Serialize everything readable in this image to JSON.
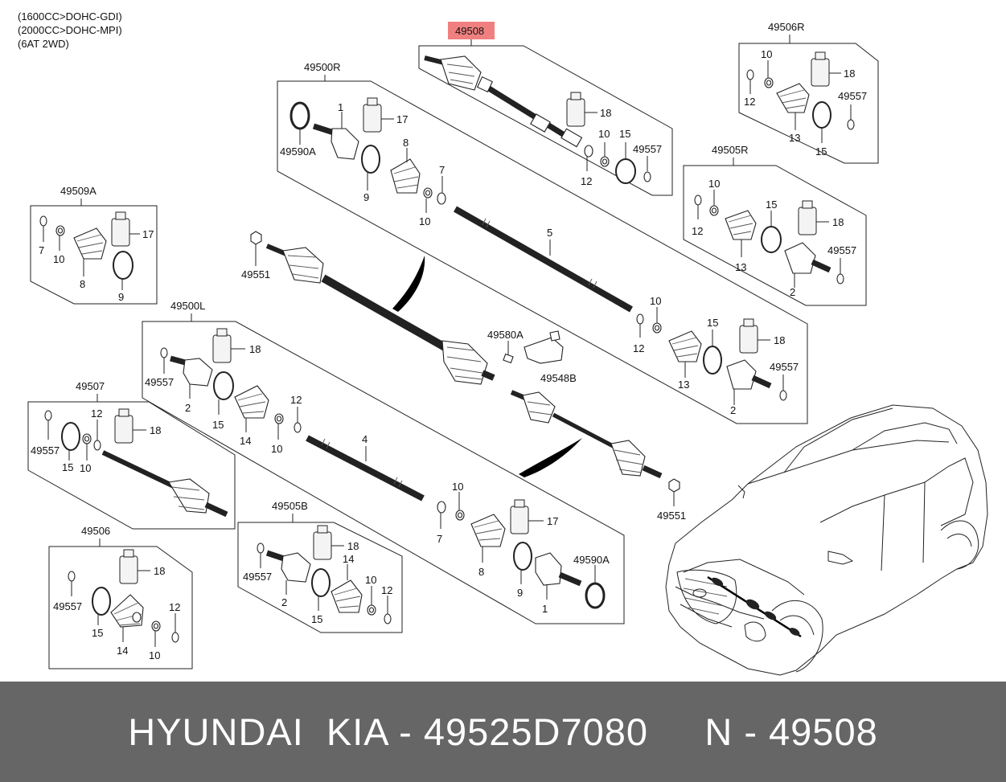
{
  "engine_notes": [
    "(1600CC>DOHC-GDI)",
    "(2000CC>DOHC-MPI)",
    "(6AT 2WD)"
  ],
  "highlight_color": "#f08080",
  "footer_bg": "#666666",
  "group_labels": {
    "g49508": "49508",
    "g49506R": "49506R",
    "g49500R": "49500R",
    "g49505R": "49505R",
    "g49509A": "49509A",
    "g49500L": "49500L",
    "g49507": "49507",
    "g49505B": "49505B",
    "g49506": "49506"
  },
  "part_labels": {
    "a1": "1",
    "a2": "17",
    "a3": "49590A",
    "a4": "8",
    "a5": "9",
    "a6": "7",
    "a7": "10",
    "b1": "18",
    "b2": "10",
    "b3": "15",
    "b4": "49557",
    "b5": "12",
    "c1": "10",
    "c2": "18",
    "c3": "12",
    "c4": "49557",
    "c5": "13",
    "c6": "15",
    "d1": "5",
    "e1": "10",
    "e2": "15",
    "e3": "18",
    "e4": "12",
    "e5": "13",
    "e6": "49557",
    "e7": "2",
    "f1": "10",
    "f2": "15",
    "f3": "18",
    "f4": "12",
    "f5": "13",
    "f6": "49557",
    "f7": "2",
    "g1": "7",
    "g2": "10",
    "g3": "17",
    "g4": "8",
    "g5": "9",
    "h1": "49551",
    "h2": "49580A",
    "h3": "49548B",
    "h4": "49551",
    "i1": "18",
    "i2": "49557",
    "i3": "2",
    "i4": "15",
    "i5": "14",
    "i6": "12",
    "i7": "10",
    "j1": "4",
    "k1": "12",
    "k2": "49557",
    "k3": "15",
    "k4": "10",
    "k5": "18",
    "l1": "10",
    "l2": "7",
    "l3": "17",
    "l4": "8",
    "l5": "9",
    "l6": "49590A",
    "l7": "1",
    "m1": "18",
    "m2": "49557",
    "m3": "2",
    "m4": "14",
    "m5": "15",
    "m6": "10",
    "m7": "12",
    "n1": "18",
    "n2": "49557",
    "n3": "15",
    "n4": "14",
    "n5": "12",
    "n6": "10"
  },
  "footer": {
    "text": "HYUNDAI  KIA - 49525D7080     N - 49508"
  }
}
